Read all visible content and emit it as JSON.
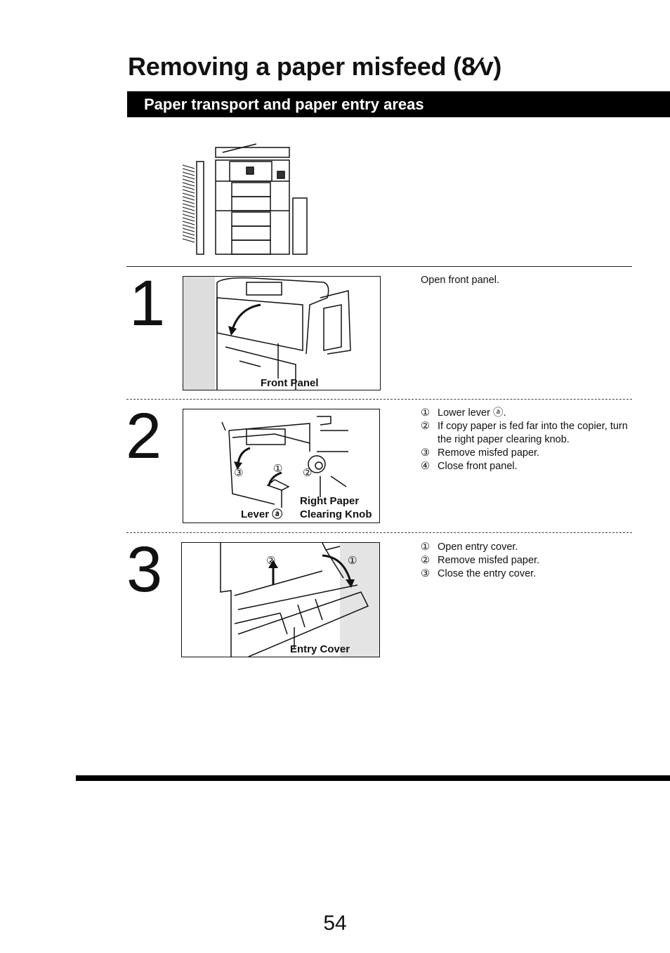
{
  "header": {
    "title": "Removing a paper misfeed (",
    "title_symbol": "8⁄v",
    "title_close": ")",
    "section": "Paper transport and paper entry areas"
  },
  "steps": [
    {
      "number": "1",
      "figure_labels": [
        "Front Panel"
      ],
      "instructions": [
        {
          "marker": "",
          "text": "Open front panel."
        }
      ]
    },
    {
      "number": "2",
      "figure_labels": [
        "Right Paper",
        "Clearing Knob",
        "Lever ⓐ"
      ],
      "figure_markers": [
        "①",
        "②",
        "③"
      ],
      "instructions": [
        {
          "marker": "①",
          "text": "Lower lever ⓐ."
        },
        {
          "marker": "②",
          "text": "If copy paper is fed far into the copier, turn the right paper clearing knob."
        },
        {
          "marker": "③",
          "text": "Remove misfed paper."
        },
        {
          "marker": "④",
          "text": "Close front panel."
        }
      ]
    },
    {
      "number": "3",
      "figure_labels": [
        "Entry Cover"
      ],
      "figure_markers": [
        "②",
        "①"
      ],
      "instructions": [
        {
          "marker": "①",
          "text": "Open entry cover."
        },
        {
          "marker": "②",
          "text": "Remove misfed paper."
        },
        {
          "marker": "③",
          "text": "Close the entry cover."
        }
      ]
    }
  ],
  "footer": {
    "page_number": "54"
  }
}
